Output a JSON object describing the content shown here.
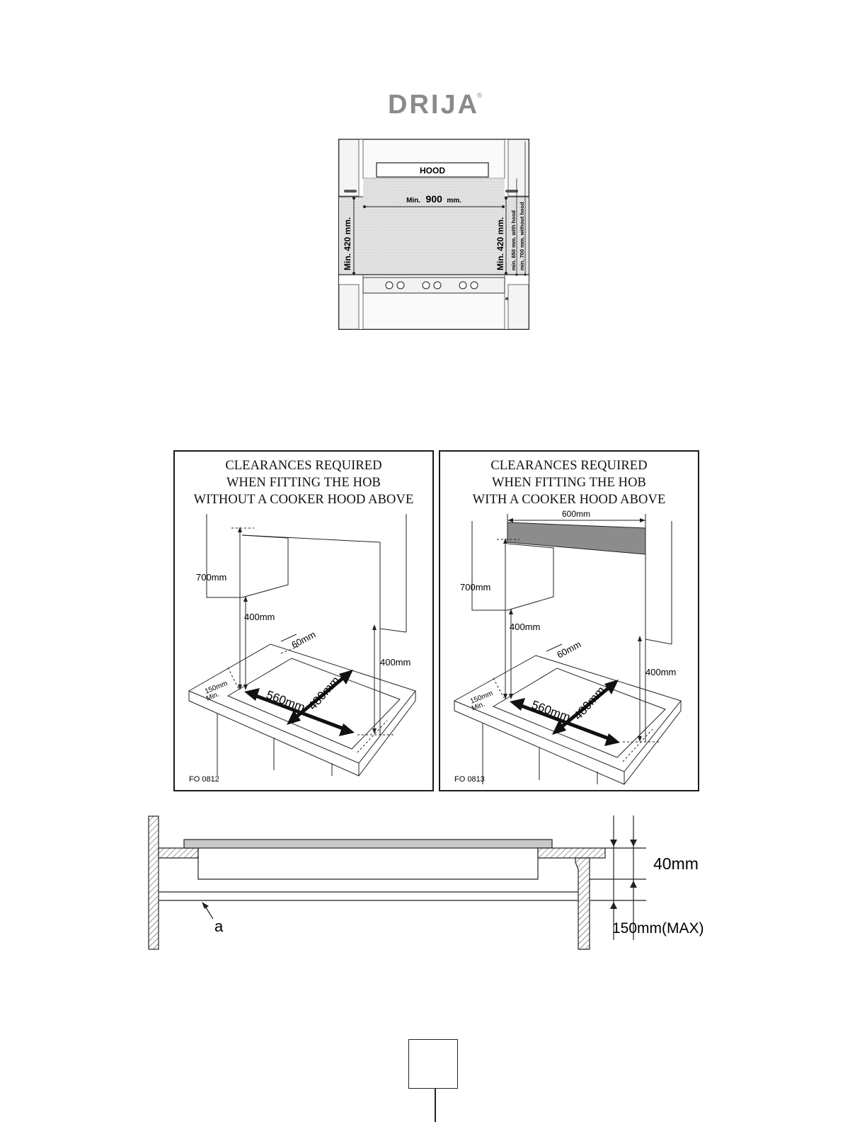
{
  "brand": {
    "name": "DRIJA",
    "registered_mark": "®",
    "color": "#8a8a8a"
  },
  "figure_clearance": {
    "hood_label": "HOOD",
    "width_label_prefix": "Min.",
    "width_value": "900",
    "width_unit": "mm.",
    "left_height": "Min. 420 mm.",
    "right_height": "Min. 420 mm.",
    "with_hood": "min. 650 mm. with hood",
    "without_hood": "min. 700 mm. without hood"
  },
  "panels": [
    {
      "title_lines": [
        "CLEARANCES REQUIRED",
        "WHEN FITTING THE HOB",
        "WITHOUT A COOKER HOOD ABOVE"
      ],
      "labels": {
        "height": "700mm",
        "cabinet_gap": "400mm",
        "side_gap": "400mm",
        "rear": "60mm",
        "front": "150mm",
        "front_min": "Min.",
        "width": "560mm",
        "depth": "480mm",
        "code": "FO 0812"
      }
    },
    {
      "title_lines": [
        "CLEARANCES REQUIRED",
        "WHEN FITTING THE HOB",
        "WITH A COOKER HOOD ABOVE"
      ],
      "labels": {
        "hood_width": "600mm",
        "height": "700mm",
        "cabinet_gap": "400mm",
        "side_gap": "400mm",
        "rear": "60mm",
        "front": "150mm",
        "front_min": "Min.",
        "width": "560mm",
        "depth": "480mm",
        "code": "FO 0813"
      }
    }
  ],
  "section": {
    "thickness": "40mm",
    "max_depth": "150mm(MAX)",
    "part_label": "a"
  }
}
